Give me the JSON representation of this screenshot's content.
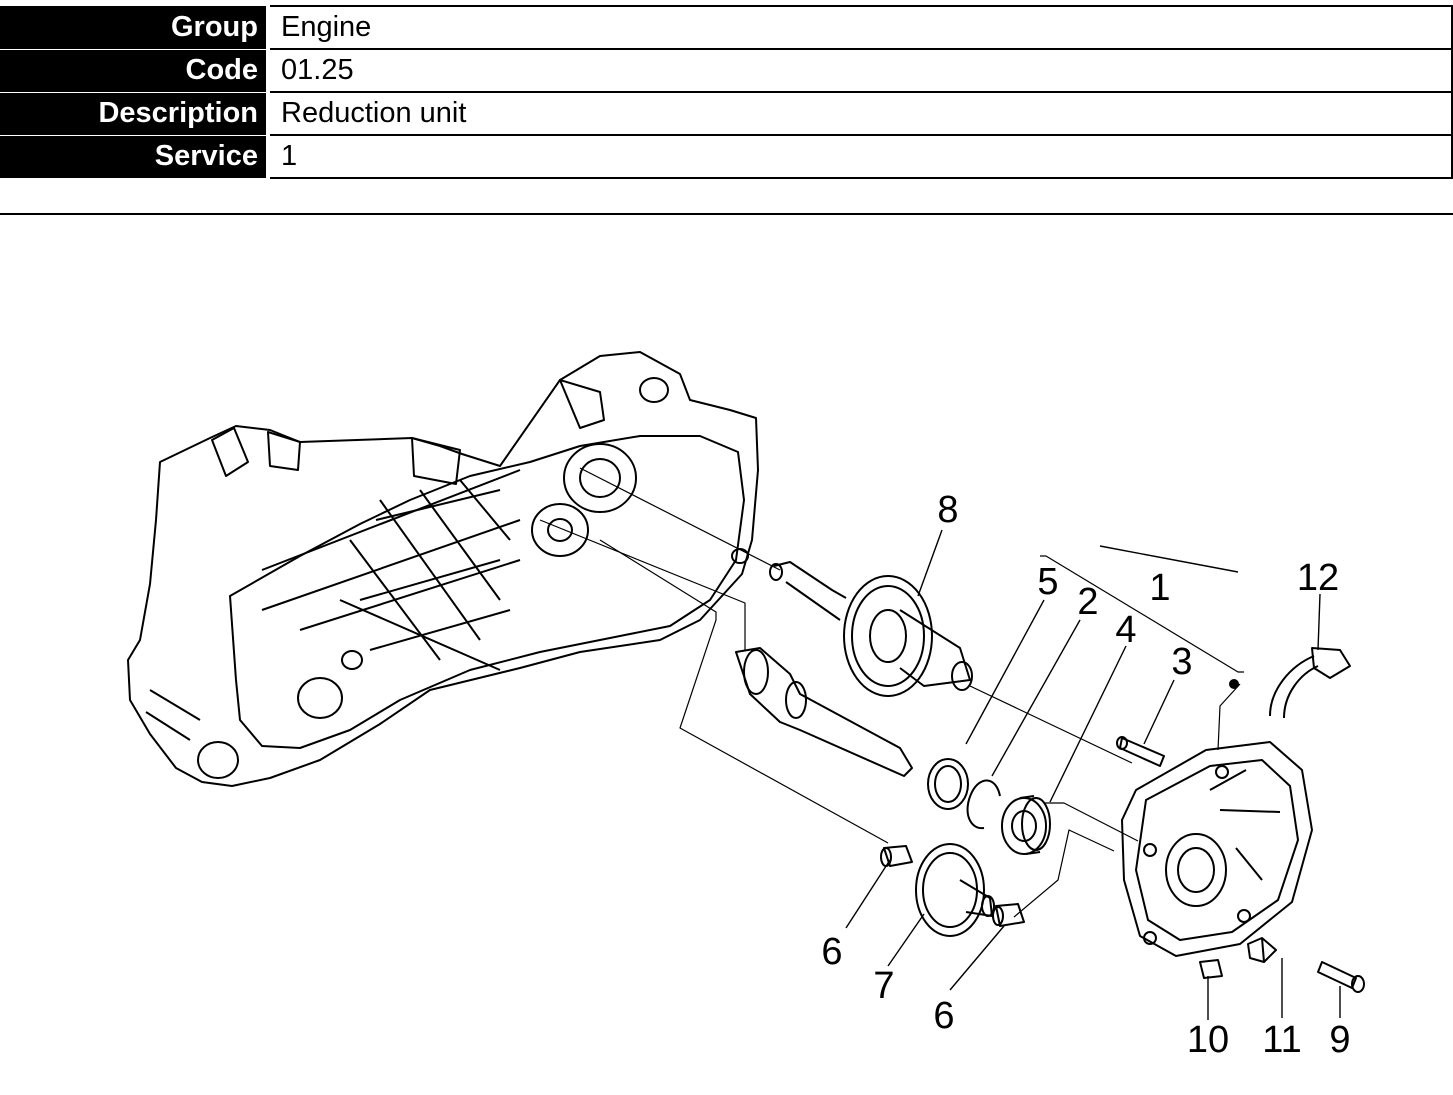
{
  "header": {
    "group_label": "Group",
    "group_value": "Engine",
    "code_label": "Code",
    "code_value": "01.25",
    "description_label": "Description",
    "description_value": "Reduction unit",
    "service_label": "Service",
    "service_value": "1"
  },
  "callouts": {
    "p1": "1",
    "p2": "2",
    "p3": "3",
    "p4": "4",
    "p5": "5",
    "p6a": "6",
    "p6b": "6",
    "p7": "7",
    "p8": "8",
    "p9": "9",
    "p10": "10",
    "p11": "11",
    "p12": "12"
  }
}
